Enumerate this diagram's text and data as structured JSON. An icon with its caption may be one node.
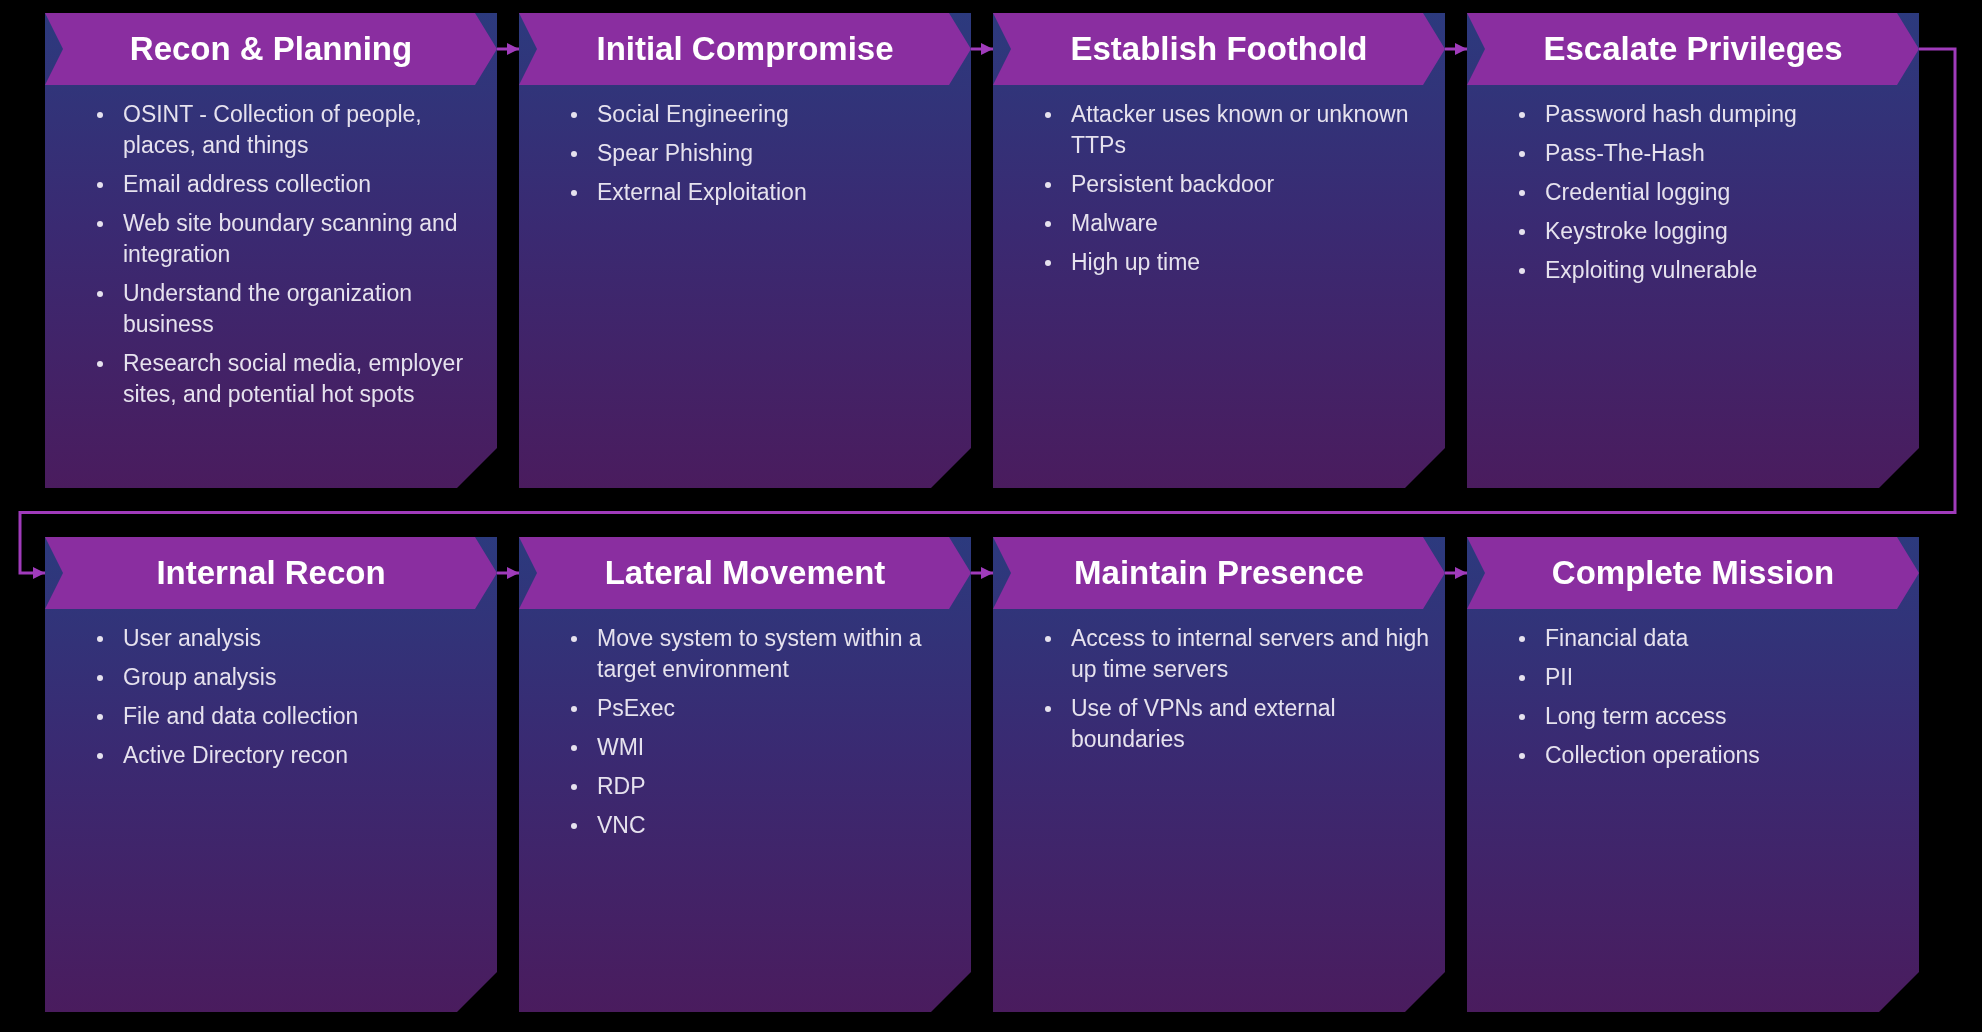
{
  "diagram": {
    "nodes": [
      {
        "text": [
          "Recon & Planning",
          "OSINT - Collection of people, places, and things",
          "Email address collection",
          "Web site boundary scanning and integration",
          "Understand the organization business",
          "Research social media, employer sites, and potential hot spots"
        ]
      },
      {
        "text": [
          "Initial Compromise",
          "Social Engineering",
          "Spear Phishing",
          "External Exploitation"
        ]
      },
      {
        "text": [
          "Establish Foothold",
          "Attacker uses known or unknown TTPs",
          "Persistent backdoor",
          "Malware",
          "High up time"
        ]
      },
      {
        "text": [
          "Escalate Privileges",
          "Password hash dumping",
          "Pass-The-Hash",
          "Credential logging",
          "Keystroke logging",
          "Exploiting vulnerable"
        ]
      },
      {
        "text": [
          "Internal Recon",
          "User analysis",
          "Group analysis",
          "File and data collection",
          "Active Directory recon"
        ]
      },
      {
        "text": [
          "Lateral Movement",
          "Move system to system within a target environment",
          "PsExec",
          "WMI",
          "RDP",
          "VNC"
        ]
      },
      {
        "text": [
          "Maintain Presence",
          "Access to internal servers and high up time servers",
          "Use of VPNs and external boundaries"
        ]
      },
      {
        "text": [
          "Complete Mission",
          "Financial data",
          "PII",
          "Long term access",
          "Collection operations"
        ]
      }
    ],
    "edges": [
      {
        "from": 0,
        "to": 1,
        "arrow": "to"
      },
      {
        "from": 1,
        "to": 2,
        "arrow": "to"
      },
      {
        "from": 2,
        "to": 3,
        "arrow": "to"
      },
      {
        "from": 3,
        "to": 4,
        "arrow": "to"
      },
      {
        "from": 4,
        "to": 5,
        "arrow": "to"
      },
      {
        "from": 5,
        "to": 6,
        "arrow": "to"
      },
      {
        "from": 6,
        "to": 7,
        "arrow": "to"
      }
    ]
  }
}
